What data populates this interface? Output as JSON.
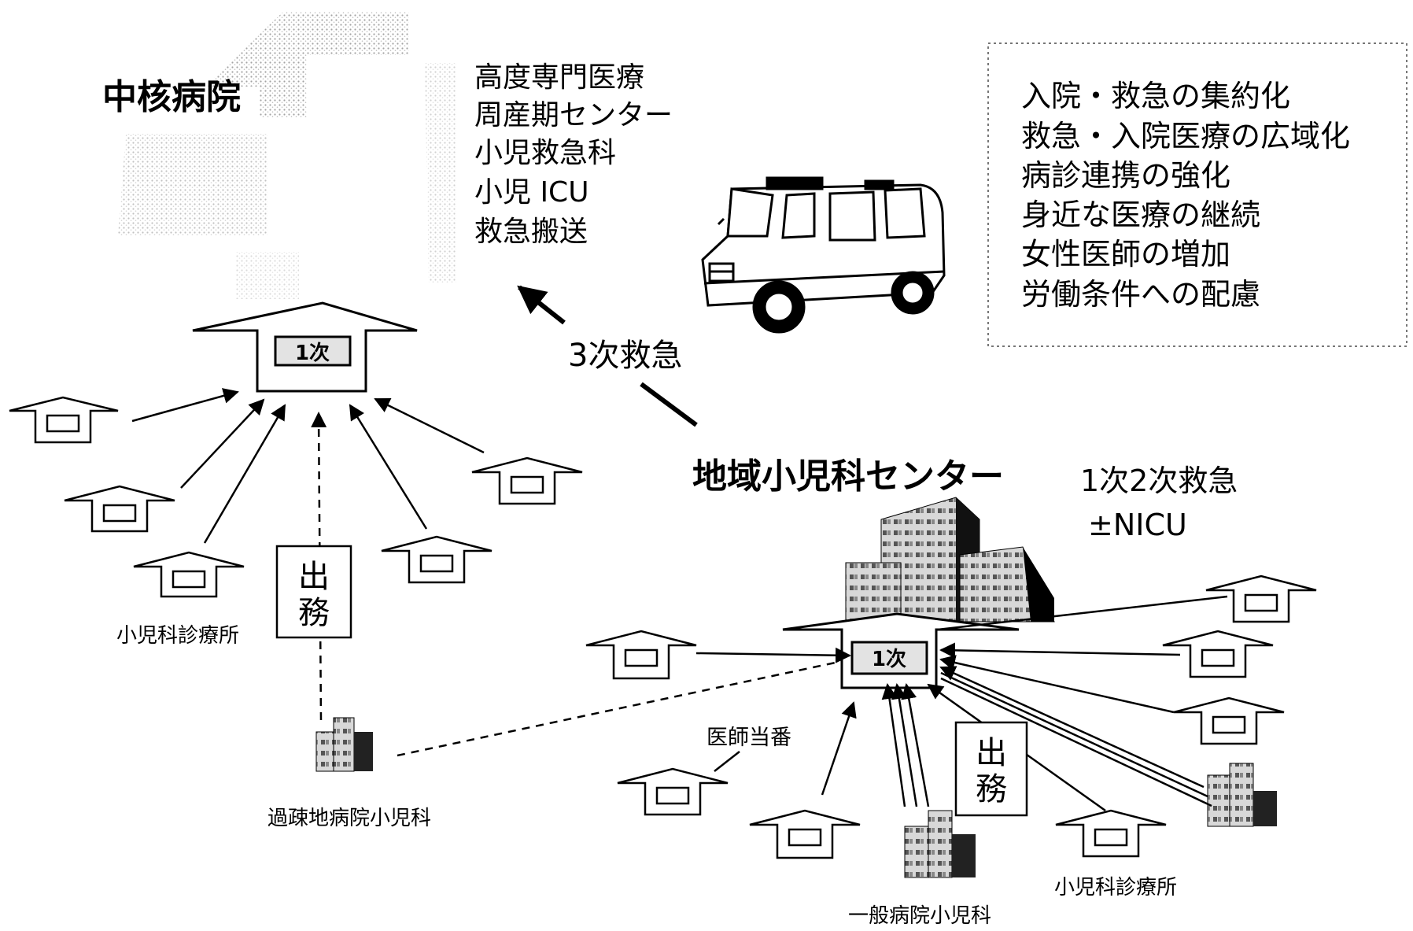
{
  "hub": {
    "title": "中核病院",
    "services": [
      "高度専門医療",
      "周産期センター",
      "小児救急科",
      "小児 ICU",
      "救急搬送"
    ],
    "primary_label": "1次",
    "clinic_label": "小児科診療所",
    "dispatch_label": [
      "出",
      "務"
    ],
    "rural_label": "過疎地病院小児科"
  },
  "transfer_label": "3次救急",
  "policies": [
    "入院・救急の集約化",
    "救急・入院医療の広域化",
    "病診連携の強化",
    "身近な医療の継続",
    "女性医師の増加",
    "労働条件への配慮"
  ],
  "regional": {
    "title": "地域小児科センター",
    "emergency": [
      "1次2次救急",
      "±NICU"
    ],
    "primary_label": "1次",
    "doctor_duty_label": "医師当番",
    "dispatch_label": [
      "出",
      "務"
    ],
    "general_hospital_label": "一般病院小児科",
    "clinic_label": "小児科診療所"
  }
}
